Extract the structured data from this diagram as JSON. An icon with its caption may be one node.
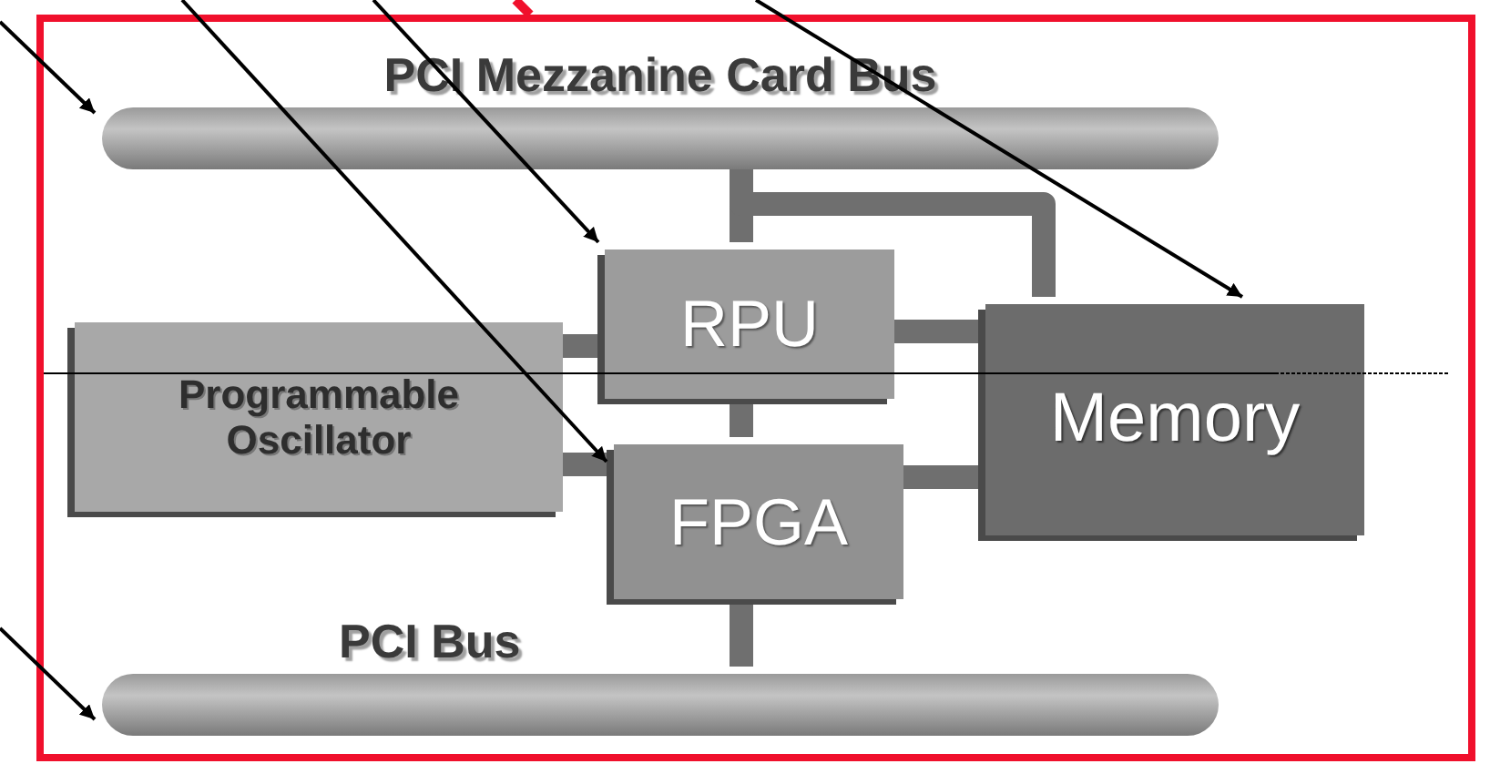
{
  "diagram": {
    "nodes": [
      {
        "text": [],
        "shape": "box"
      },
      {
        "text": [
          "PCI Mezzanine Card Bus"
        ],
        "in": 0
      },
      {
        "text": [
          "RPU"
        ],
        "in": 0
      },
      {
        "text": [
          "Programmable Oscillator"
        ],
        "in": 0
      },
      {
        "text": [
          "Memory"
        ],
        "in": 0
      },
      {
        "text": [
          "FPGA"
        ],
        "in": 0
      },
      {
        "text": [
          "PCI Bus"
        ],
        "in": 0
      }
    ],
    "edges": [
      {
        "from": 1,
        "to": 2,
        "arrow": "none"
      },
      {
        "from": 1,
        "to": 4,
        "arrow": "none"
      },
      {
        "from": 2,
        "to": 4,
        "arrow": "none"
      },
      {
        "from": 3,
        "to": 2,
        "arrow": "none"
      },
      {
        "from": 3,
        "to": 5,
        "arrow": "none"
      },
      {
        "from": 2,
        "to": 5,
        "arrow": "none"
      },
      {
        "from": 5,
        "to": 4,
        "arrow": "none"
      },
      {
        "from": 5,
        "to": 6,
        "arrow": "none"
      },
      {
        "from": null,
        "to": 1,
        "arrow": "to",
        "color": "#000000"
      },
      {
        "from": null,
        "to": 2,
        "arrow": "to",
        "color": "#000000"
      },
      {
        "from": null,
        "to": 5,
        "arrow": "to",
        "color": "#000000"
      },
      {
        "from": null,
        "to": 4,
        "arrow": "to",
        "color": "#000000"
      },
      {
        "from": null,
        "to": 6,
        "arrow": "to",
        "color": "#000000"
      }
    ]
  }
}
